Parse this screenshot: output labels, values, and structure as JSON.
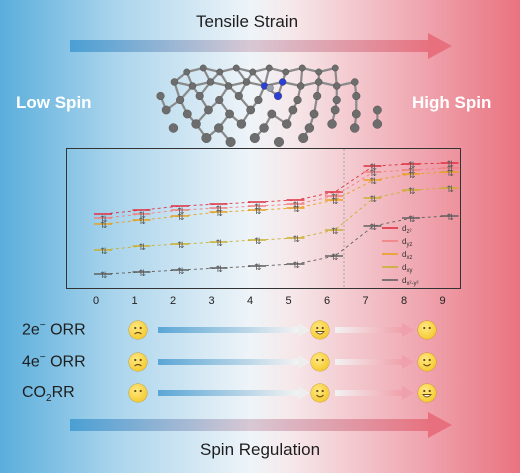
{
  "title_top": "Tensile Strain",
  "title_bottom": "Spin Regulation",
  "left_label": "Low Spin",
  "right_label": "High Spin",
  "colors": {
    "blue_end": "#5aaedc",
    "red_end": "#e9737f",
    "arrow_blue": "#4a9fd4",
    "arrow_red": "#e8707e",
    "carbon": "#6d6d6d",
    "nitrogen": "#2b3fd6",
    "emoji": "#f7cf3c"
  },
  "energy_chart": {
    "x_ticks": [
      "0",
      "1",
      "2",
      "3",
      "4",
      "5",
      "6",
      "7",
      "8",
      "9"
    ],
    "legend": [
      "d",
      "d",
      "d",
      "d",
      "d"
    ],
    "legend_subscripts": [
      "z²",
      "yz",
      "xz",
      "xy",
      "x²-y²"
    ],
    "level_colors": [
      "#e03040",
      "#f08080",
      "#e8a020",
      "#c9b030",
      "#606060"
    ]
  },
  "rows": [
    {
      "prefix": "2e",
      "sup": "−",
      "rest": " ORR",
      "sub": "",
      "faces": [
        "sad-face-icon",
        "laughing-face-icon",
        "neutral-face-icon"
      ]
    },
    {
      "prefix": "4e",
      "sup": "−",
      "rest": " ORR",
      "sub": "",
      "faces": [
        "sad-face-icon",
        "neutral-face-icon",
        "smile-face-icon"
      ]
    },
    {
      "prefix": "CO",
      "sup": "",
      "rest": "RR",
      "sub": "2",
      "faces": [
        "neutral-face-icon",
        "smile-face-icon",
        "laughing-face-icon"
      ]
    }
  ]
}
